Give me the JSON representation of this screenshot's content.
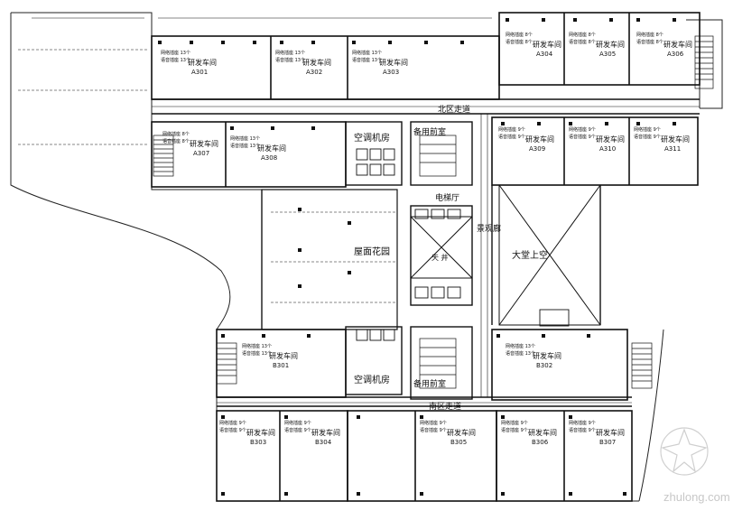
{
  "rooms": [
    {
      "name": "研发车间",
      "code": "A301",
      "notes": [
        "网络插座 13个",
        "语音插座 13个"
      ]
    },
    {
      "name": "研发车间",
      "code": "A302",
      "notes": [
        "网络插座 13个",
        "语音插座 13个"
      ]
    },
    {
      "name": "研发车间",
      "code": "A303",
      "notes": [
        "网络插座 13个",
        "语音插座 13个"
      ]
    },
    {
      "name": "研发车间",
      "code": "A304",
      "notes": [
        "网络插座 8个",
        "语音插座 8个"
      ]
    },
    {
      "name": "研发车间",
      "code": "A305",
      "notes": [
        "网络插座 8个",
        "语音插座 8个"
      ]
    },
    {
      "name": "研发车间",
      "code": "A306",
      "notes": [
        "网络插座 8个",
        "语音插座 8个"
      ]
    },
    {
      "name": "研发车间",
      "code": "A307",
      "notes": [
        "网络插座 8个",
        "语音插座 8个"
      ]
    },
    {
      "name": "研发车间",
      "code": "A308",
      "notes": [
        "网络插座 13个",
        "语音插座 13个"
      ]
    },
    {
      "name": "研发车间",
      "code": "A309",
      "notes": [
        "网络插座 9个",
        "语音插座 9个"
      ]
    },
    {
      "name": "研发车间",
      "code": "A310",
      "notes": [
        "网络插座 9个",
        "语音插座 9个"
      ]
    },
    {
      "name": "研发车间",
      "code": "A311",
      "notes": [
        "网络插座 9个",
        "语音插座 9个"
      ]
    },
    {
      "name": "研发车间",
      "code": "B301",
      "notes": [
        "网络插座 13个",
        "语音插座 13个"
      ]
    },
    {
      "name": "研发车间",
      "code": "B302",
      "notes": [
        "网络插座 13个",
        "语音插座 13个"
      ]
    },
    {
      "name": "研发车间",
      "code": "B303",
      "notes": [
        "网络插座 9个",
        "语音插座 9个"
      ]
    },
    {
      "name": "研发车间",
      "code": "B304",
      "notes": [
        "网络插座 9个",
        "语音插座 9个"
      ]
    },
    {
      "name": "研发车间",
      "code": "B305",
      "notes": [
        "网络插座 9个",
        "语音插座 9个"
      ]
    },
    {
      "name": "研发车间",
      "code": "B306",
      "notes": [
        "网络插座 9个",
        "语音插座 9个"
      ]
    },
    {
      "name": "研发车间",
      "code": "B307",
      "notes": [
        "网络插座 9个",
        "语音插座 9个"
      ]
    }
  ],
  "areas": {
    "hvac_north": "空调机房",
    "hvac_south": "空调机房",
    "spare_north": "备用前室",
    "spare_south": "备用前室",
    "corridor_north": "北区走道",
    "corridor_south": "南区走道",
    "elevator_hall": "电梯厅",
    "viewing": "景观廊",
    "atrium": "大堂上空",
    "roof_garden": "屋面花园",
    "void_label": "天 井"
  },
  "watermark": "zhulong.com"
}
